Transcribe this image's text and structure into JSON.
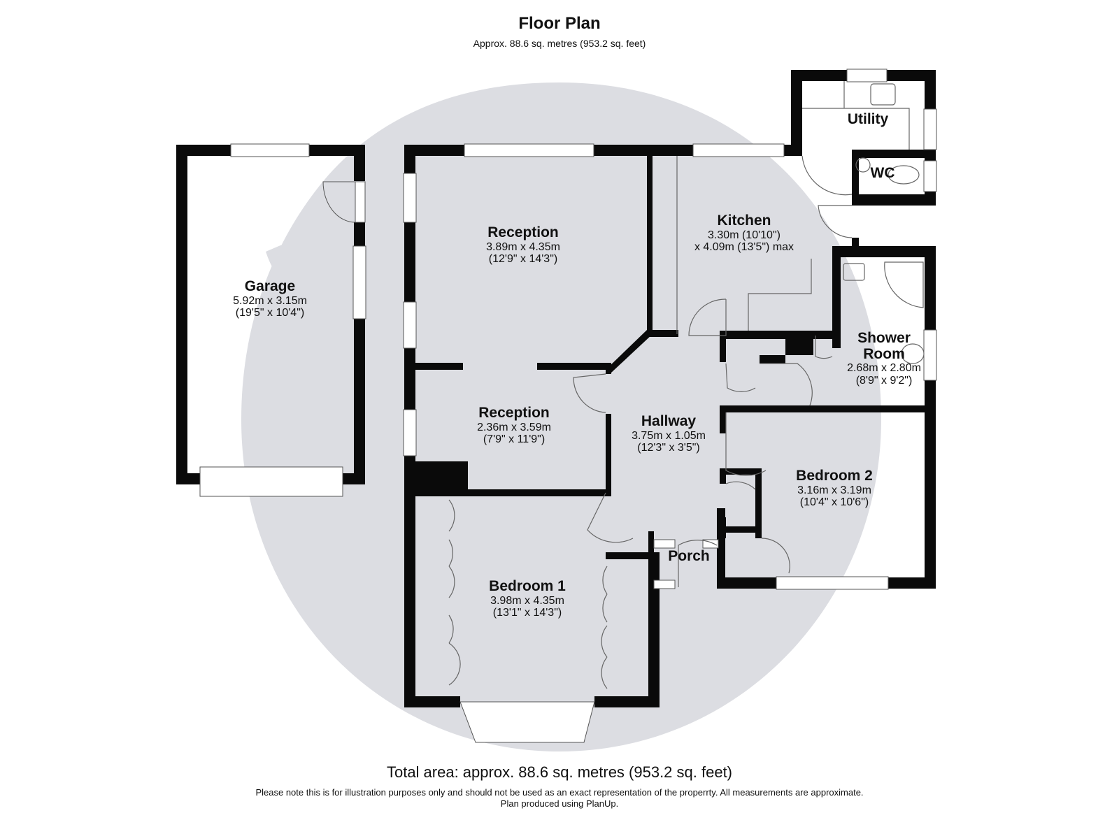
{
  "header": {
    "title": "Floor Plan",
    "subtitle": "Approx. 88.6 sq. metres (953.2 sq. feet)"
  },
  "rooms": [
    {
      "id": "garage",
      "name": "Garage",
      "dim_metric": "5.92m x 3.15m",
      "dim_imperial": "(19'5\" x 10'4\")"
    },
    {
      "id": "reception-1",
      "name": "Reception",
      "dim_metric": "3.89m x 4.35m",
      "dim_imperial": "(12'9\" x 14'3\")"
    },
    {
      "id": "reception-2",
      "name": "Reception",
      "dim_metric": "2.36m x 3.59m",
      "dim_imperial": "(7'9\" x 11'9\")"
    },
    {
      "id": "kitchen",
      "name": "Kitchen",
      "dim_metric": "3.30m (10'10\")",
      "dim_imperial": "x 4.09m (13'5\") max"
    },
    {
      "id": "utility",
      "name": "Utility"
    },
    {
      "id": "wc",
      "name": "WC"
    },
    {
      "id": "shower-room",
      "name": "Shower Room",
      "name_line1": "Shower",
      "name_line2": "Room",
      "dim_metric": "2.68m x 2.80m",
      "dim_imperial": "(8'9\" x 9'2\")"
    },
    {
      "id": "hallway",
      "name": "Hallway",
      "dim_metric": "3.75m x 1.05m",
      "dim_imperial": "(12'3\" x 3'5\")"
    },
    {
      "id": "bedroom-2",
      "name": "Bedroom 2",
      "dim_metric": "3.16m x 3.19m",
      "dim_imperial": "(10'4\" x 10'6\")"
    },
    {
      "id": "porch",
      "name": "Porch"
    },
    {
      "id": "bedroom-1",
      "name": "Bedroom 1",
      "dim_metric": "3.98m x 4.35m",
      "dim_imperial": "(13'1\" x 14'3\")"
    }
  ],
  "footer": {
    "total_area": "Total area: approx. 88.6 sq. metres (953.2 sq. feet)",
    "disclaimer": "Please note this is for illustration purposes only and should not be used as an exact representation of the properrty. All measurements are approximate.",
    "credit": "Plan produced using PlanUp."
  },
  "colors": {
    "wall": "#0a0a0a",
    "watermark": "#dcdde2",
    "background": "#ffffff",
    "fixture_line": "#555555"
  }
}
